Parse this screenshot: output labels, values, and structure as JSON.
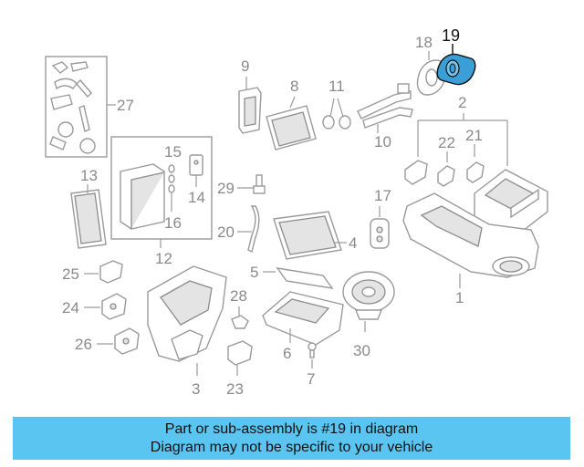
{
  "callouts": {
    "c1": "1",
    "c2": "2",
    "c3": "3",
    "c4": "4",
    "c5": "5",
    "c6": "6",
    "c7": "7",
    "c8": "8",
    "c9": "9",
    "c10": "10",
    "c11": "11",
    "c12": "12",
    "c13": "13",
    "c14": "14",
    "c15": "15",
    "c16": "16",
    "c17": "17",
    "c18": "18",
    "c19": "19",
    "c20": "20",
    "c21": "21",
    "c22": "22",
    "c23": "23",
    "c24": "24",
    "c25": "25",
    "c26": "26",
    "c27": "27",
    "c28": "28",
    "c29": "29",
    "c30": "30"
  },
  "highlight": {
    "part_number": "19",
    "color": "#3a9fd6"
  },
  "banner": {
    "line1": "Part or sub-assembly is #19 in diagram",
    "line2": "Diagram may not be specific to your vehicle",
    "color": "#5bc5f2"
  }
}
